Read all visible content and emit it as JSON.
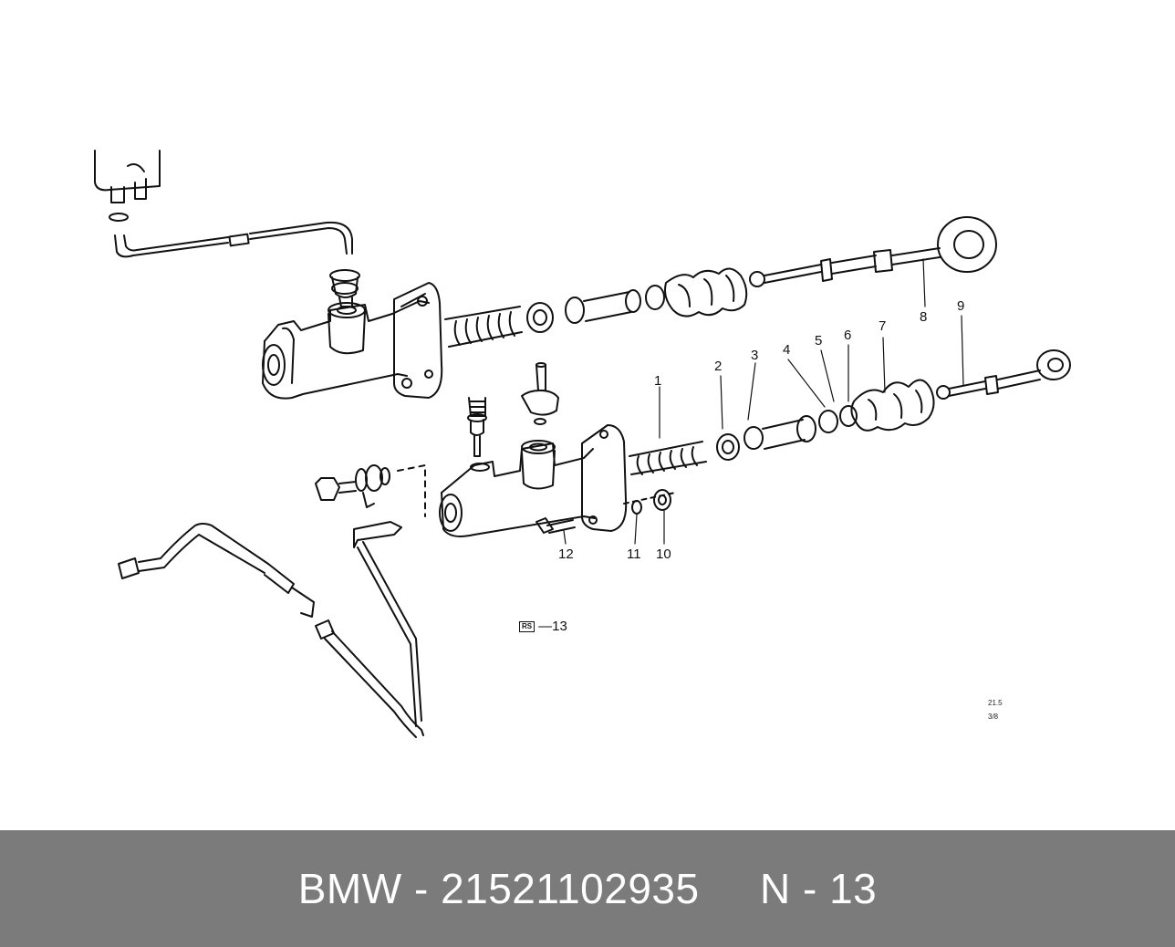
{
  "diagram": {
    "callouts": [
      "1",
      "2",
      "3",
      "4",
      "5",
      "6",
      "7",
      "8",
      "9",
      "10",
      "11",
      "12"
    ],
    "reference": {
      "badge": "RS",
      "text": "—13"
    },
    "corner_note": {
      "line1": "21.5",
      "line2": "3/8"
    }
  },
  "footer": {
    "brand": "BMW",
    "separator": " - ",
    "part_number": "21521102935",
    "group": "N - 13"
  },
  "colors": {
    "line": "#111111",
    "footer_bg": "#7b7b7b",
    "footer_text": "#ffffff"
  }
}
